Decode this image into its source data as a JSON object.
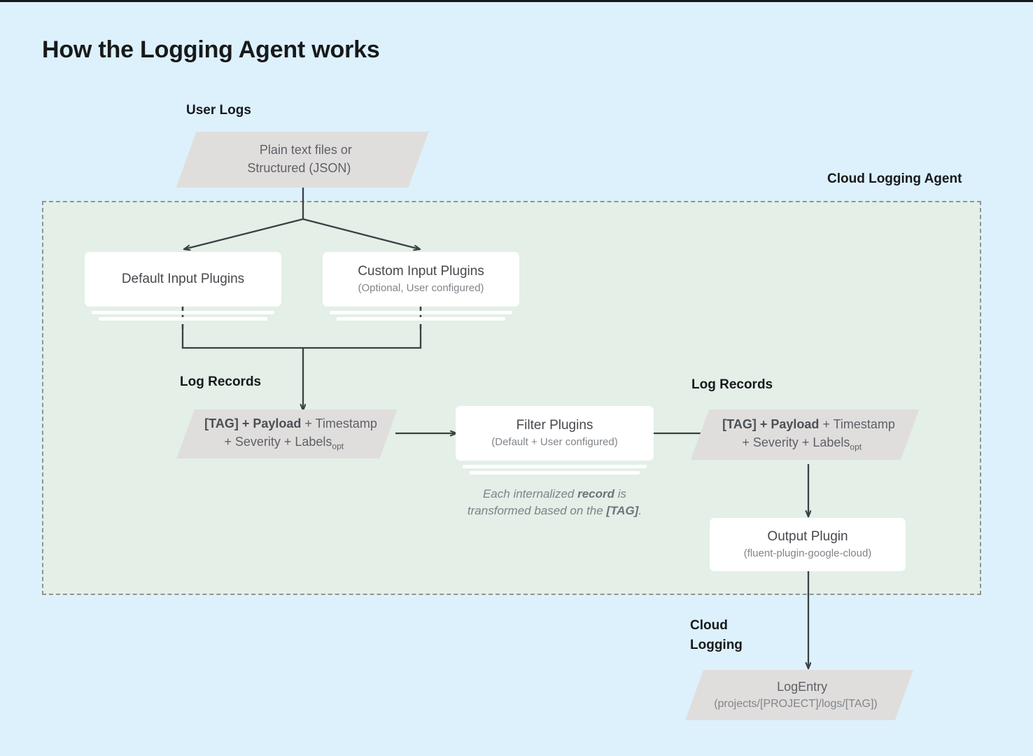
{
  "title": "How the Logging Agent works",
  "zones": {
    "user_logs": "User Logs",
    "cloud_logging_agent": "Cloud Logging Agent",
    "log_records_left": "Log Records",
    "log_records_right": "Log Records",
    "cloud_logging_line1": "Cloud",
    "cloud_logging_line2": "Logging"
  },
  "nodes": {
    "user_logs_source": {
      "line1": "Plain text files or",
      "line2": "Structured (JSON)"
    },
    "default_input_plugins": {
      "title": "Default Input Plugins",
      "sub": ""
    },
    "custom_input_plugins": {
      "title": "Custom Input Plugins",
      "sub": "(Optional, User configured)"
    },
    "log_record_left": {
      "bold1": "[TAG] + Payload",
      "rest1": " + Timestamp",
      "rest2": "+ Severity + Labels",
      "subscript": "opt"
    },
    "filter_plugins": {
      "title": "Filter Plugins",
      "sub": "(Default + User configured)"
    },
    "log_record_right": {
      "bold1": "[TAG] + Payload",
      "rest1": " + Timestamp",
      "rest2": "+ Severity + Labels",
      "subscript": "opt"
    },
    "output_plugin": {
      "title": "Output Plugin",
      "sub": "(fluent-plugin-google-cloud)"
    },
    "log_entry": {
      "title": "LogEntry",
      "sub": "(projects/[PROJECT]/logs/[TAG])"
    }
  },
  "annotations": {
    "transform_note_part1": "Each internalized ",
    "transform_note_bold1": "record",
    "transform_note_part2": " is",
    "transform_note_part3": "transformed based on the ",
    "transform_note_bold2": "[TAG]",
    "transform_note_part4": "."
  },
  "colors": {
    "page_background": "#ddf1fc",
    "agent_region": "#e3efe7",
    "agent_border": "#8e949a",
    "parallelogram": "#e0dedd",
    "card": "#ffffff",
    "connector": "#3c4043",
    "heading_text": "#17191c",
    "body_text": "#5e6166"
  }
}
